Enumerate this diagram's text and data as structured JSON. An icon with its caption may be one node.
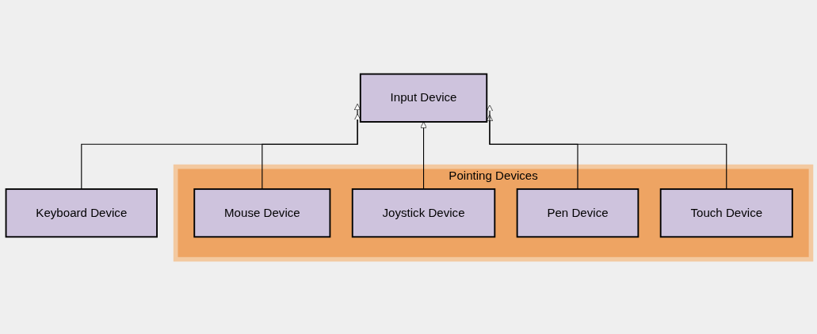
{
  "diagram": {
    "nodes": [
      {
        "text": [
          "Input Device"
        ]
      },
      {
        "text": [
          "Pointing Devices"
        ]
      },
      {
        "text": [
          "Keyboard Device"
        ]
      },
      {
        "text": [
          "Mouse Device"
        ],
        "in": 1
      },
      {
        "text": [
          "Joystick Device"
        ],
        "in": 1
      },
      {
        "text": [
          "Pen Device"
        ],
        "in": 1
      },
      {
        "text": [
          "Touch Device"
        ],
        "in": 1
      }
    ],
    "edges": [
      {
        "from": 2,
        "to": 0,
        "arrow": "to"
      },
      {
        "from": 3,
        "to": 0,
        "arrow": "to"
      },
      {
        "from": 4,
        "to": 0,
        "arrow": "to"
      },
      {
        "from": 5,
        "to": 0,
        "arrow": "to"
      },
      {
        "from": 6,
        "to": 0,
        "arrow": "to"
      }
    ]
  }
}
